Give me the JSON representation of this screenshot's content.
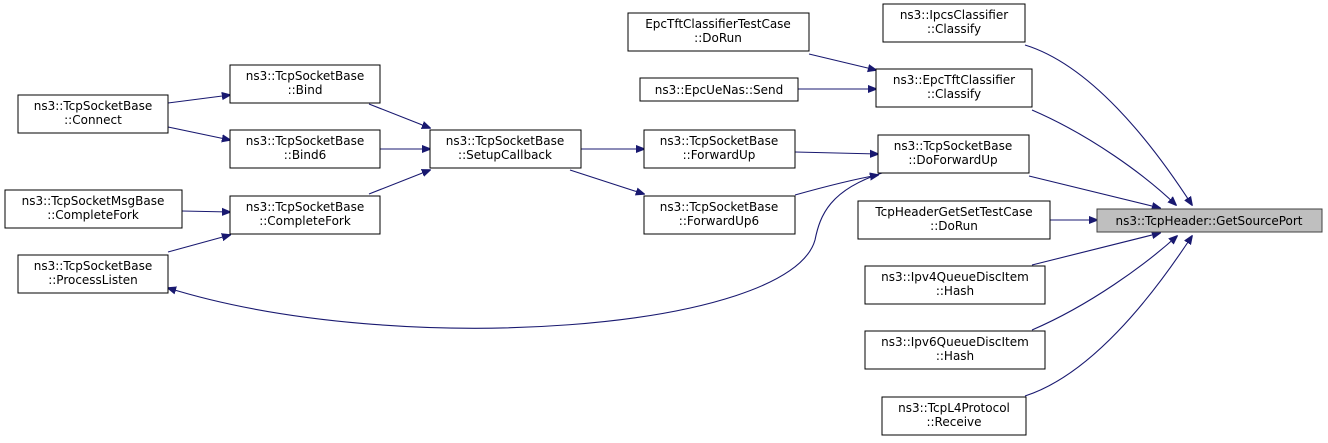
{
  "nodes": {
    "connect": [
      "ns3::TcpSocketBase",
      "::Connect"
    ],
    "bind": [
      "ns3::TcpSocketBase",
      "::Bind"
    ],
    "bind6": [
      "ns3::TcpSocketBase",
      "::Bind6"
    ],
    "msgbase_completefork": [
      "ns3::TcpSocketMsgBase",
      "::CompleteFork"
    ],
    "completefork": [
      "ns3::TcpSocketBase",
      "::CompleteFork"
    ],
    "processlisten": [
      "ns3::TcpSocketBase",
      "::ProcessListen"
    ],
    "setupcallback": [
      "ns3::TcpSocketBase",
      "::SetupCallback"
    ],
    "forwardup": [
      "ns3::TcpSocketBase",
      "::ForwardUp"
    ],
    "forwardup6": [
      "ns3::TcpSocketBase",
      "::ForwardUp6"
    ],
    "epctft_test": [
      "EpcTftClassifierTestCase",
      "::DoRun"
    ],
    "epcuenas_send": [
      "ns3::EpcUeNas::Send"
    ],
    "ipcs_classify": [
      "ns3::IpcsClassifier",
      "::Classify"
    ],
    "epctft_classify": [
      "ns3::EpcTftClassifier",
      "::Classify"
    ],
    "doforwardup": [
      "ns3::TcpSocketBase",
      "::DoForwardUp"
    ],
    "tcpheader_test": [
      "TcpHeaderGetSetTestCase",
      "::DoRun"
    ],
    "ipv4_hash": [
      "ns3::Ipv4QueueDiscItem",
      "::Hash"
    ],
    "ipv6_hash": [
      "ns3::Ipv6QueueDiscItem",
      "::Hash"
    ],
    "l4_receive": [
      "ns3::TcpL4Protocol",
      "::Receive"
    ],
    "getsourceport": [
      "ns3::TcpHeader::GetSourcePort"
    ]
  }
}
